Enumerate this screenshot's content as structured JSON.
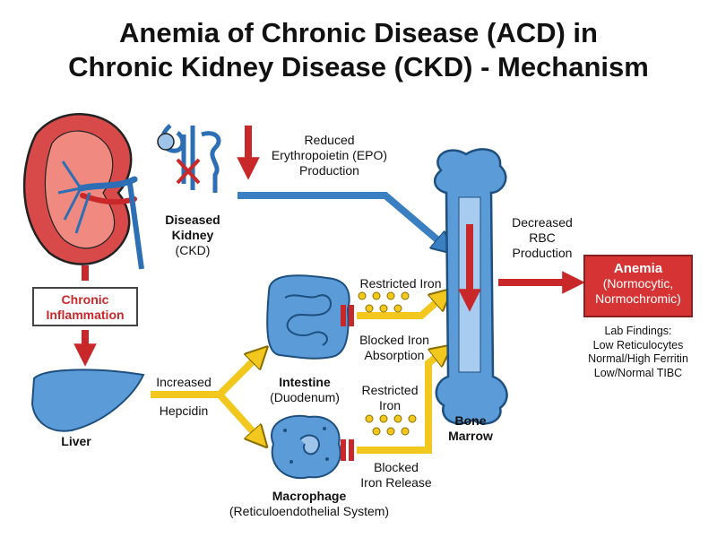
{
  "title": {
    "line1": "Anemia of Chronic Disease (ACD) in",
    "line2": "Chronic Kidney Disease (CKD) - Mechanism"
  },
  "kidney": {
    "name": "Diseased",
    "name2": "Kidney",
    "sub": "(CKD)"
  },
  "epo": {
    "line1": "Reduced",
    "line2": "Erythropoietin (EPO)",
    "line3": "Production"
  },
  "inflammation": {
    "line1": "Chronic",
    "line2": "Inflammation"
  },
  "liver": {
    "name": "Liver"
  },
  "hepcidin": {
    "line1": "Increased",
    "line2": "Hepcidin"
  },
  "intestine": {
    "name": "Intestine",
    "sub": "(Duodenum)"
  },
  "restricted_iron_top": "Restricted Iron",
  "blocked_absorption": {
    "line1": "Blocked Iron",
    "line2": "Absorption"
  },
  "restricted_iron_bottom": {
    "line1": "Restricted",
    "line2": "Iron"
  },
  "blocked_release": {
    "line1": "Blocked",
    "line2": "Iron Release"
  },
  "macrophage": {
    "name": "Macrophage",
    "sub": "(Reticuloendothelial System)"
  },
  "bone_marrow": {
    "line1": "Bone",
    "line2": "Marrow"
  },
  "rbc": {
    "line1": "Decreased",
    "line2": "RBC",
    "line3": "Production"
  },
  "anemia": {
    "head": "Anemia",
    "line1": "(Normocytic,",
    "line2": "Normochromic)"
  },
  "lab_findings": {
    "heading": "Lab Findings:",
    "items": [
      "Low Reticulocytes",
      "Normal/High Ferritin",
      "Low/Normal TIBC"
    ]
  },
  "colors": {
    "red_arrow": "#c8282a",
    "blue_arrow": "#3a7fc1",
    "yellow_arrow": "#f2c81e",
    "organ_blue": "#5b9bd8",
    "anemia_box": "#d63434"
  }
}
